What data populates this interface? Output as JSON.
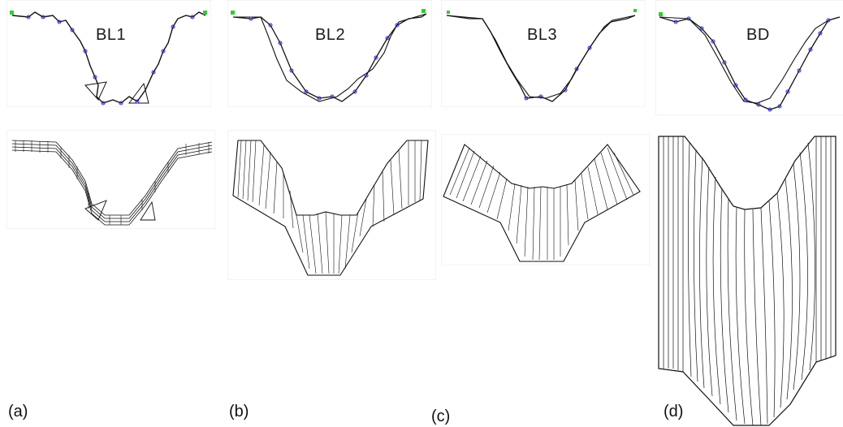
{
  "panels": [
    {
      "id": "a",
      "title": "BL1",
      "label": "(a)"
    },
    {
      "id": "b",
      "title": "BL2",
      "label": "(b)"
    },
    {
      "id": "c",
      "title": "BL3",
      "label": "(c)"
    },
    {
      "id": "d",
      "title": "BD",
      "label": "(d)"
    }
  ],
  "colors": {
    "line": "#111111",
    "nodes": "#2a2ad0",
    "endpoint": "#33cc33"
  }
}
